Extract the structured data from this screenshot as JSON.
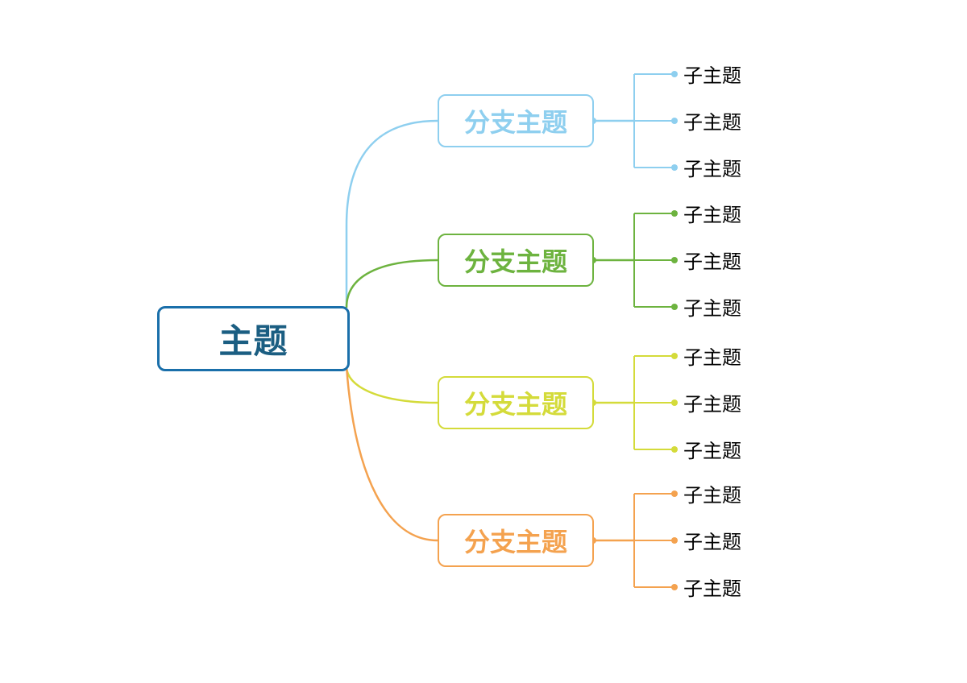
{
  "root": {
    "label": "主题",
    "border_color": "#1a6faa",
    "text_color": "#1b5e82"
  },
  "branches": [
    {
      "label": "分支主题",
      "color": "#8ecfef",
      "children": [
        "子主题",
        "子主题",
        "子主题"
      ]
    },
    {
      "label": "分支主题",
      "color": "#6db33f",
      "children": [
        "子主题",
        "子主题",
        "子主题"
      ]
    },
    {
      "label": "分支主题",
      "color": "#d4db3a",
      "children": [
        "子主题",
        "子主题",
        "子主题"
      ]
    },
    {
      "label": "分支主题",
      "color": "#f4a24f",
      "children": [
        "子主题",
        "子主题",
        "子主题"
      ]
    }
  ]
}
